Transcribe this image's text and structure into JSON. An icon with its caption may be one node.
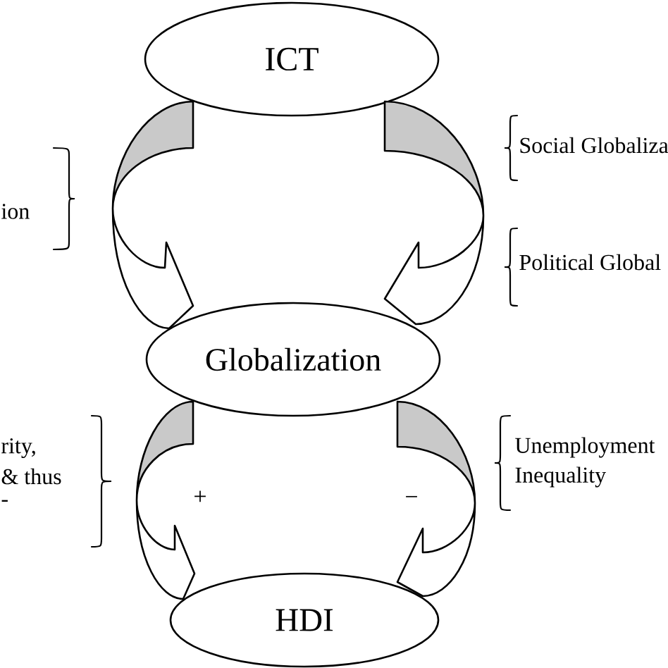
{
  "diagram": {
    "nodes": [
      {
        "text": [
          "ICT"
        ]
      },
      {
        "text": [
          "Globalization"
        ]
      },
      {
        "text": [
          "HDI"
        ]
      }
    ],
    "edges": [
      {
        "from": 0,
        "to": 1,
        "arrow": "to"
      },
      {
        "from": 0,
        "to": 1,
        "arrow": "to"
      },
      {
        "from": 1,
        "to": 2,
        "arrow": "to",
        "label": "+"
      },
      {
        "from": 1,
        "to": 2,
        "arrow": "to",
        "label": "−"
      }
    ],
    "labels": [
      "Social Globaliza",
      "ion",
      "Political Global",
      "rity,",
      "& thus",
      "-",
      "Unemployment Inequality"
    ]
  }
}
